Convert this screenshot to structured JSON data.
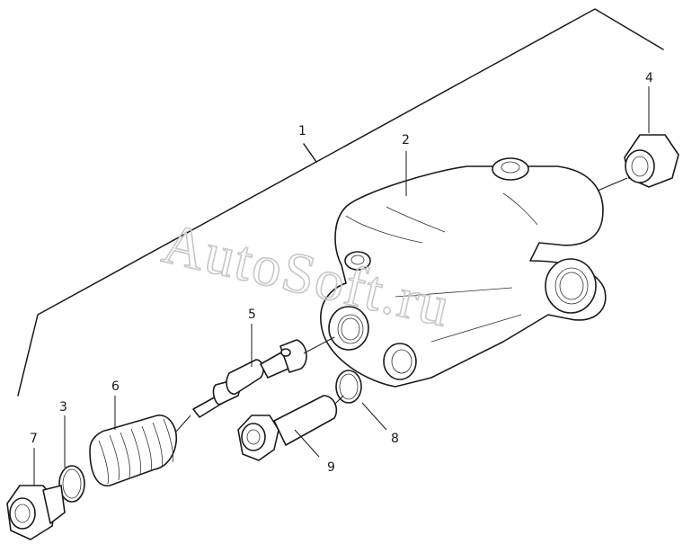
{
  "watermark": "AutoSoft.ru",
  "callouts": [
    {
      "id": "1",
      "label": "1"
    },
    {
      "id": "2",
      "label": "2"
    },
    {
      "id": "3",
      "label": "3"
    },
    {
      "id": "4",
      "label": "4"
    },
    {
      "id": "5",
      "label": "5"
    },
    {
      "id": "6",
      "label": "6"
    },
    {
      "id": "7",
      "label": "7"
    },
    {
      "id": "8",
      "label": "8"
    },
    {
      "id": "9",
      "label": "9"
    }
  ]
}
